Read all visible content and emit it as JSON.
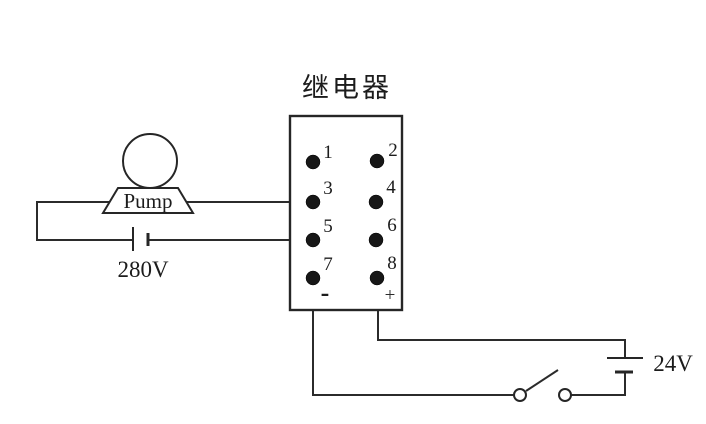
{
  "canvas": {
    "background_color": "#ffffff",
    "line_color": "#2b2b2b"
  },
  "relay": {
    "title": "继电器",
    "terminals": [
      {
        "label": "1"
      },
      {
        "label": "2"
      },
      {
        "label": "3"
      },
      {
        "label": "4"
      },
      {
        "label": "5"
      },
      {
        "label": "6"
      },
      {
        "label": "7"
      },
      {
        "label": "8"
      }
    ],
    "negative_label": "-",
    "positive_label": "+"
  },
  "pump": {
    "label": "Pump"
  },
  "power_supply_main": {
    "label": "280V"
  },
  "power_supply_control": {
    "label": "24V"
  }
}
